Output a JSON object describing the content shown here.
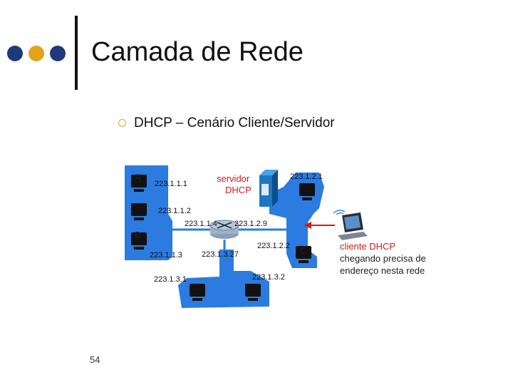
{
  "slide": {
    "title": "Camada de Rede",
    "bullet": "DHCP – Cenário Cliente/Servidor",
    "page_number": "54"
  },
  "theme": {
    "dots": [
      "#1f3a7a",
      "#e3a31d",
      "#1f3a7a"
    ],
    "network_blue": "#2b7be0",
    "accent_red": "#d11a1a"
  },
  "diagram": {
    "server_label_line1": "servidor",
    "server_label_line2": "DHCP",
    "client_label_line1": "cliente DHCP",
    "client_label_line2": "chegando precisa de",
    "client_label_line3": "endereço nesta rede",
    "host_a": "A",
    "host_b": "B",
    "host_c": "C",
    "ip_a": "223.1.1.1",
    "ip_2": "223.1.1.2",
    "ip_3": "223.1.1.3",
    "ip_router_1": "223.1.1.4",
    "ip_router_2": "223.1.2.9",
    "ip_router_3": "223.1.3.27",
    "ip_top_right": "223.1.2.1",
    "ip_c": "223.1.2.2",
    "ip_bottom_left": "223.1.3.1",
    "ip_bottom_right": "223.1.3.2",
    "icons": [
      "router-icon",
      "server-icon",
      "computer-icon",
      "laptop-icon",
      "arrow-icon"
    ]
  }
}
